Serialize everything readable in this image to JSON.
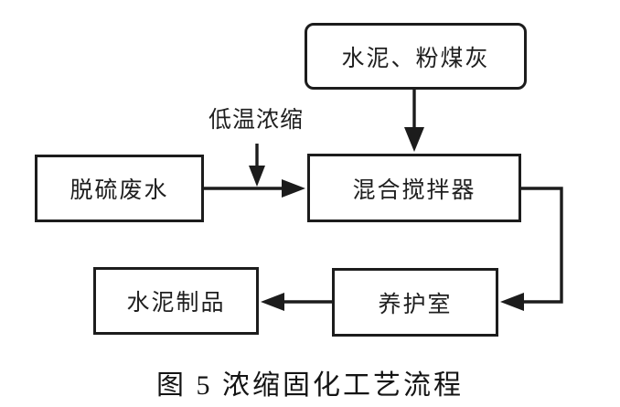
{
  "diagram": {
    "nodes": {
      "cement_flyash": "水泥、粉煤灰",
      "wastewater": "脱硫废水",
      "mixer": "混合搅拌器",
      "curing": "养护室",
      "product": "水泥制品"
    },
    "annotation": "低温浓缩",
    "caption": "图 5 浓缩固化工艺流程",
    "edges": [
      "cement_flyash -> mixer",
      "wastewater -> mixer",
      "low_temp_concentration -> inflow of mixer",
      "mixer -> curing",
      "curing -> product"
    ],
    "colors": {
      "line": "#1c1c1c",
      "background": "#ffffff",
      "text": "#1f1f1f"
    }
  }
}
